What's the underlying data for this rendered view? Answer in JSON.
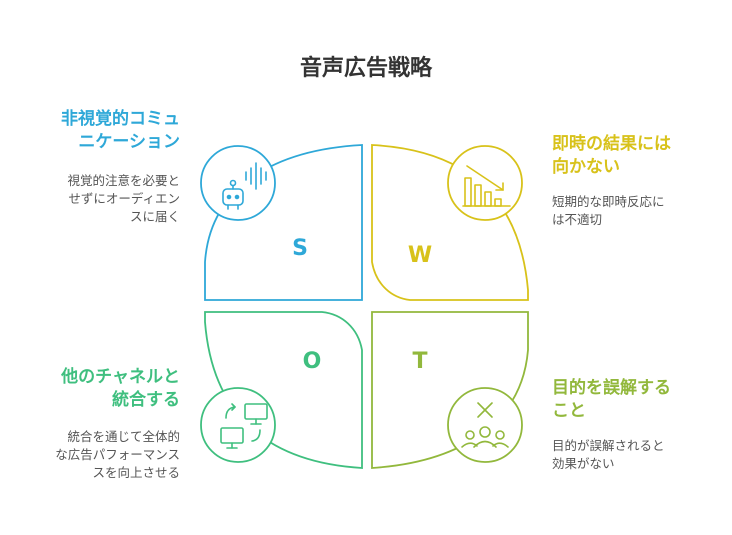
{
  "title": "音声広告戦略",
  "colors": {
    "s": "#2ea8d8",
    "w": "#d8c21a",
    "o": "#3fbf7f",
    "t": "#92b83c"
  },
  "quadrants": {
    "s": {
      "letter": "S",
      "heading": [
        "非視覚的コミュ",
        "ニケーション"
      ],
      "desc": [
        "視覚的注意を必要と",
        "せずにオーディエン",
        "スに届く"
      ],
      "icon": "robot-sound-icon"
    },
    "w": {
      "letter": "W",
      "heading": [
        "即時の結果には",
        "向かない"
      ],
      "desc": [
        "短期的な即時反応に",
        "は不適切"
      ],
      "icon": "declining-bar-chart-icon"
    },
    "o": {
      "letter": "O",
      "heading": [
        "他のチャネルと",
        "統合する"
      ],
      "desc": [
        "統合を通じて全体的",
        "な広告パフォーマンス",
        "スを向上させる"
      ],
      "icon": "sync-monitors-icon"
    },
    "t": {
      "letter": "T",
      "heading": [
        "目的を誤解する",
        "こと"
      ],
      "desc": [
        "目的が誤解されると",
        "効果がない"
      ],
      "icon": "people-cross-icon"
    }
  }
}
